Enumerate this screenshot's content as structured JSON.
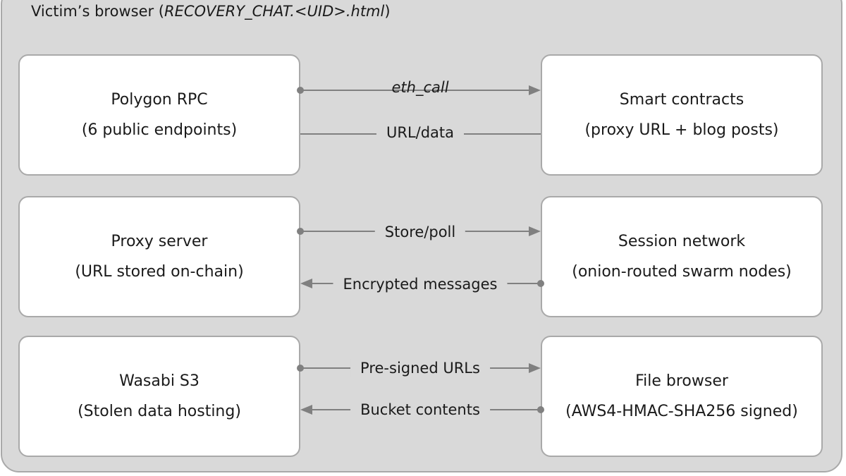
{
  "title": {
    "prefix": "Victim’s browser (",
    "file": "RECOVERY_CHAT.<UID>.html",
    "suffix": ")"
  },
  "boxes": {
    "polygon": {
      "line1": "Polygon RPC",
      "line2": "(6 public endpoints)"
    },
    "contracts": {
      "line1": "Smart contracts",
      "line2": "(proxy URL + blog posts)"
    },
    "proxy": {
      "line1": "Proxy server",
      "line2": "(URL stored on-chain)"
    },
    "session": {
      "line1": "Session network",
      "line2": "(onion-routed swarm nodes)"
    },
    "wasabi": {
      "line1": "Wasabi S3",
      "line2": "(Stolen data hosting)"
    },
    "filebrowser": {
      "line1": "File browser",
      "line2": "(AWS4-HMAC-SHA256 signed)"
    }
  },
  "edges": {
    "eth_call": "eth_call",
    "url_data": "URL/data",
    "store_poll": "Store/poll",
    "encrypted": "Encrypted messages",
    "presigned": "Pre-signed URLs",
    "bucket": "Bucket contents"
  },
  "colors": {
    "frame_bg": "#d9d9d9",
    "border": "#a9a9a9",
    "arrow": "#808080",
    "box_bg": "#ffffff"
  }
}
